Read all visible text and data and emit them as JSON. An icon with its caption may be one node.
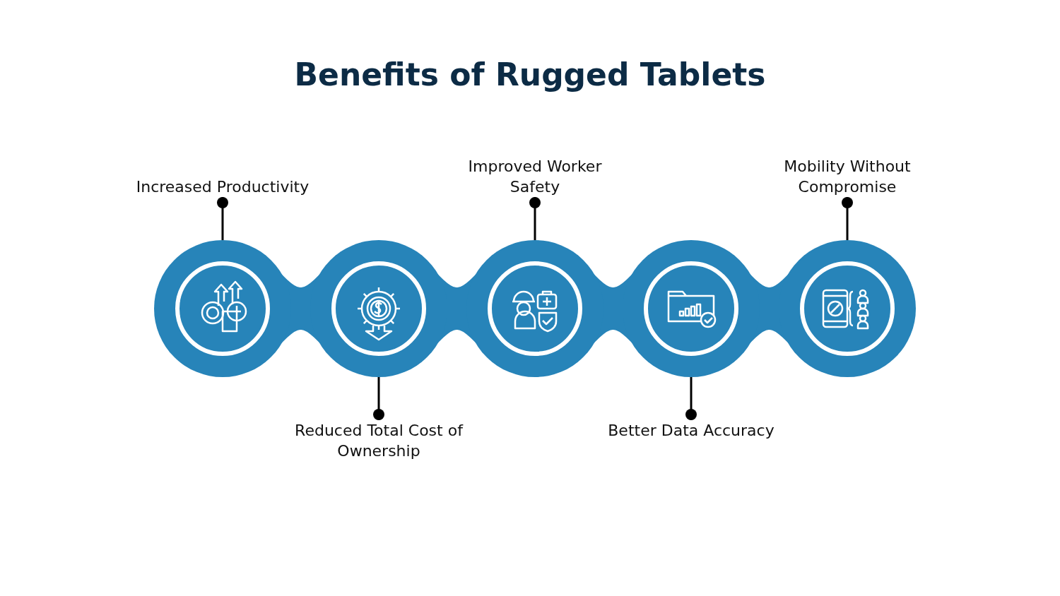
{
  "diagram": {
    "title": "Benefits of Rugged Tablets",
    "nodes": [
      {
        "text": [
          "Increased Productivity"
        ]
      },
      {
        "text": [
          "Reduced Total Cost of Ownership"
        ]
      },
      {
        "text": [
          "Improved Worker Safety"
        ]
      },
      {
        "text": [
          "Better Data Accuracy"
        ]
      },
      {
        "text": [
          "Mobility Without Compromise"
        ]
      },
      {
        "text": [],
        "shape": "circle"
      },
      {
        "text": [],
        "shape": "circle"
      },
      {
        "text": [],
        "shape": "circle"
      },
      {
        "text": [],
        "shape": "circle"
      },
      {
        "text": [],
        "shape": "circle"
      }
    ],
    "edges": [
      {
        "from": 0,
        "to": 5,
        "arrow": "other"
      },
      {
        "from": 1,
        "to": 6,
        "arrow": "other"
      },
      {
        "from": 2,
        "to": 7,
        "arrow": "other"
      },
      {
        "from": 3,
        "to": 8,
        "arrow": "other"
      },
      {
        "from": 4,
        "to": 9,
        "arrow": "other"
      }
    ]
  }
}
